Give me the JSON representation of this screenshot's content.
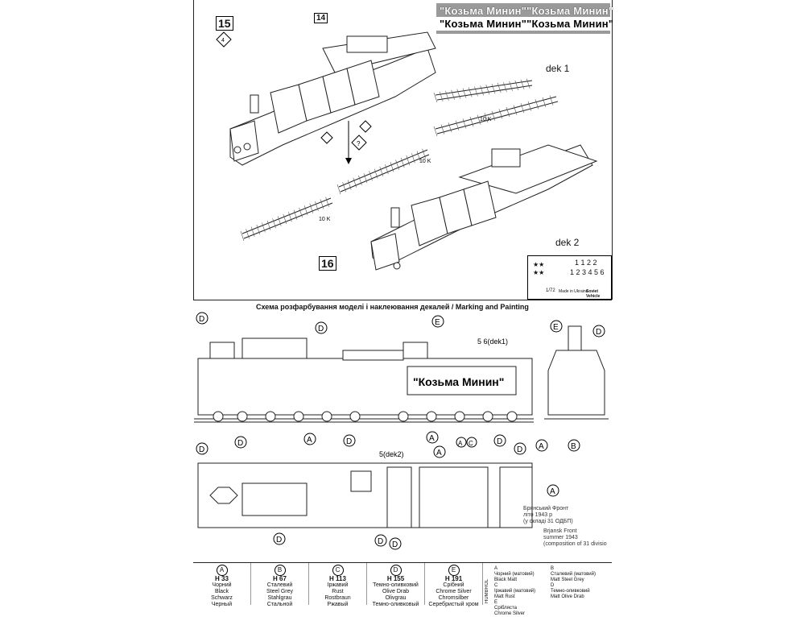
{
  "banner": {
    "line1": "\"Козьма Минин\"\"Козьма Минин\"",
    "line2": "\"Козьма Минин\"\"Козьма Минин\""
  },
  "decals": {
    "dek1": "dek 1",
    "dek2": "dek 2"
  },
  "steps": {
    "s14": "14",
    "s15": "15",
    "s16": "16"
  },
  "track_labels": [
    "10 K",
    "10 K",
    "10 K"
  ],
  "decal_sheet": {
    "row1": "1  1  2  2",
    "row2": "1 2 3 4 5 6",
    "scale": "1/72",
    "made_in": "Made in Ukraine",
    "vehicle": "Soviet Vehicle"
  },
  "painting": {
    "title": "Схема розфарбування моделі і наклеювання декалей / Marking and Painting",
    "armor_lettering": "\"Козьма Минин\"",
    "dek1_ref": "5  6(dek1)",
    "dek2_ref": "5(dek2)",
    "callouts": {
      "A": "A",
      "B": "B",
      "C": "C",
      "D": "D",
      "E": "E"
    },
    "caption_ua": [
      "Брянський Фронт",
      "літо 1943 р",
      "(у складі 31 ОДБП)"
    ],
    "caption_en": [
      "Brjansk Front",
      "summer 1943",
      "(composition of 31 divisio"
    ]
  },
  "legend": [
    {
      "letter": "A",
      "code": "H 33",
      "names": [
        "Чорний",
        "Black",
        "Schwarz",
        "Черный"
      ]
    },
    {
      "letter": "B",
      "code": "H 67",
      "names": [
        "Сталевий",
        "Steel Grey",
        "Stahlgrau",
        "Стальной"
      ]
    },
    {
      "letter": "C",
      "code": "H 113",
      "names": [
        "Іржавий",
        "Rust",
        "Rostbraun",
        "Ржавый"
      ]
    },
    {
      "letter": "D",
      "code": "H 155",
      "names": [
        "Темно-оливковий",
        "Olive Drab",
        "Olivgrau",
        "Темно-оливковый"
      ]
    },
    {
      "letter": "E",
      "code": "H 191",
      "names": [
        "Срібний",
        "Chrome Silver",
        "Chromsilber",
        "Серебристый хром"
      ]
    }
  ],
  "legend_brand": "HUMBROL",
  "legend_right": [
    {
      "letter": "A",
      "ua": "Чорний (матовий)",
      "en": "Black Matt"
    },
    {
      "letter": "B",
      "ua": "Сталевий (матовий)",
      "en": "Matt Steel Grey"
    },
    {
      "letter": "C",
      "ua": "Іржавий (матовий)",
      "en": "Matt Rust"
    },
    {
      "letter": "D",
      "ua": "Темно-оливковий",
      "en": "Matt Olive Drab"
    },
    {
      "letter": "E",
      "ua": "Срібляста",
      "en": "Chrome Silver"
    }
  ]
}
